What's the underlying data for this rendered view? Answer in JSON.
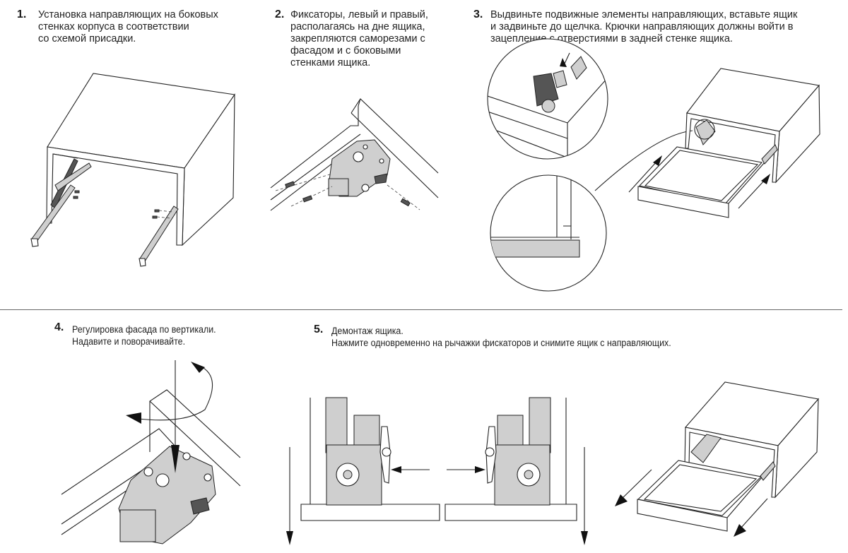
{
  "steps": [
    {
      "number": "1.",
      "lines": [
        "Установка направляющих на боковых",
        "стенках корпуса в соответствии",
        "со схемой присадки."
      ],
      "illustration": "cabinet-with-side-rails"
    },
    {
      "number": "2.",
      "lines": [
        "Фиксаторы, левый и правый,",
        "располагаясь на дне ящика,",
        "закрепляются саморезами с",
        "фасадом и с боковыми",
        "стенками ящика."
      ],
      "illustration": "locking-device-screwed-to-drawer-corner"
    },
    {
      "number": "3.",
      "lines": [
        "Выдвиньте подвижные элементы направляющих, вставьте ящик",
        "и задвиньте до щелчка. Крючки направляющих должны войти в",
        "зацепление с отверстиями в задней стенке ящика."
      ],
      "illustration": "drawer-inserted-into-cabinet-with-detail-circles"
    },
    {
      "number": "4.",
      "lines": [
        "Регулировка фасада по вертикали.",
        "Надавите и поворачивайте."
      ],
      "illustration": "vertical-adjustment-rotate-screw"
    },
    {
      "number": "5.",
      "lines": [
        "Демонтаж ящика.",
        "Нажмите одновременно на рычажки фискаторов и снимите ящик с направляющих."
      ],
      "illustration": "drawer-removal-press-levers"
    }
  ],
  "colors": {
    "line": "#222222",
    "fill_gray": "#cfcfcf",
    "divider": "#666666"
  }
}
